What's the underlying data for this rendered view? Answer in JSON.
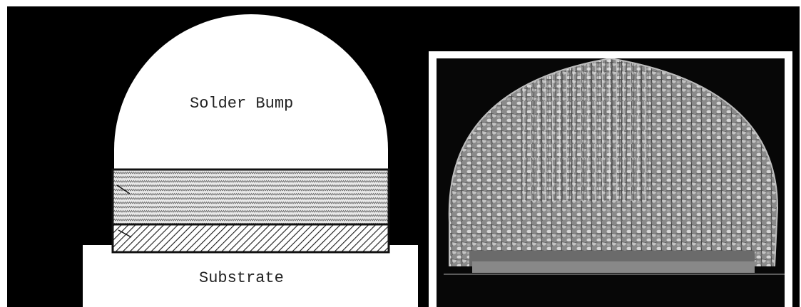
{
  "schematic": {
    "bump_label": "Solder Bump",
    "substrate_label": "Substrate"
  },
  "colors": {
    "background": "#000000",
    "bump_fill": "#ffffff",
    "substrate_fill": "#ffffff",
    "layer_outline": "#111111",
    "micrograph_frame": "#ffffff"
  },
  "icons": [
    "solder-bump-shape",
    "intermetallic-layer-hatch",
    "under-bump-metallization-hatch",
    "sem-micrograph"
  ]
}
